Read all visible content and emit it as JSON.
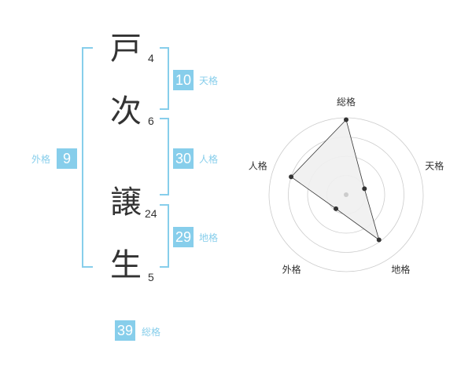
{
  "name": {
    "chars": [
      {
        "char": "戸",
        "strokes": "4"
      },
      {
        "char": "次",
        "strokes": "6"
      },
      {
        "char": "譲",
        "strokes": "24"
      },
      {
        "char": "生",
        "strokes": "5"
      }
    ]
  },
  "kakusu": {
    "tenkaku": {
      "label": "天格",
      "value": "10"
    },
    "jinkaku": {
      "label": "人格",
      "value": "30"
    },
    "chikaku": {
      "label": "地格",
      "value": "29"
    },
    "gaikaku": {
      "label": "外格",
      "value": "9"
    },
    "soukaku": {
      "label": "総格",
      "value": "39"
    }
  },
  "colors": {
    "accent": "#87ceeb",
    "text": "#333333",
    "grid": "#cccccc",
    "fill": "#f0f0f0"
  },
  "chart_data": {
    "type": "radar",
    "axes": [
      "総格",
      "天格",
      "地格",
      "外格",
      "人格"
    ],
    "values": [
      39,
      10,
      29,
      9,
      30
    ],
    "scale_max": 40,
    "rings": 4
  }
}
